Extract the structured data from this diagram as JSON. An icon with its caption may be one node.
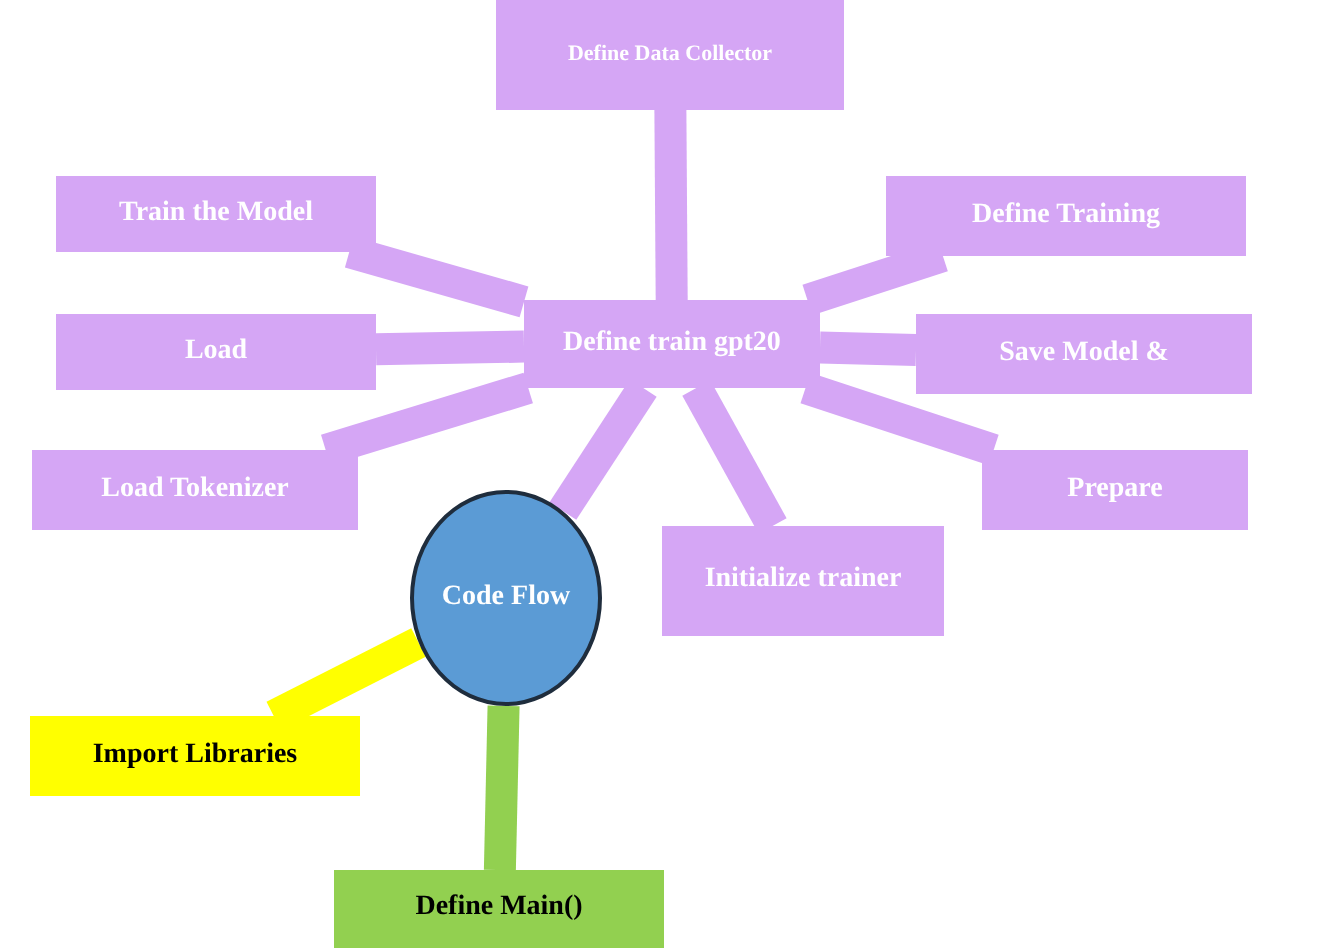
{
  "diagram": {
    "nodes": [
      {
        "text": [
          "Define Data Collector"
        ]
      },
      {
        "text": [
          "Train the Model"
        ]
      },
      {
        "text": [
          "Define Training"
        ]
      },
      {
        "text": [
          "Define train gpt20"
        ]
      },
      {
        "text": [
          "Load"
        ]
      },
      {
        "text": [
          "Save Model &"
        ]
      },
      {
        "text": [
          "Load Tokenizer"
        ]
      },
      {
        "text": [
          "Prepare"
        ]
      },
      {
        "text": [
          "Initialize trainer"
        ]
      },
      {
        "text": [
          "Code Flow"
        ]
      },
      {
        "text": [
          "Import Libraries"
        ]
      },
      {
        "text": [
          "Define  Main()"
        ]
      }
    ],
    "edges": [
      {
        "from": 3,
        "to": 0,
        "arrow": "none"
      },
      {
        "from": 3,
        "to": 1,
        "arrow": "none"
      },
      {
        "from": 3,
        "to": 2,
        "arrow": "none"
      },
      {
        "from": 3,
        "to": 4,
        "arrow": "none"
      },
      {
        "from": 3,
        "to": 5,
        "arrow": "none"
      },
      {
        "from": 3,
        "to": 6,
        "arrow": "none"
      },
      {
        "from": 3,
        "to": 7,
        "arrow": "none"
      },
      {
        "from": 3,
        "to": 8,
        "arrow": "none"
      },
      {
        "from": 9,
        "to": 3,
        "arrow": "none"
      },
      {
        "from": 9,
        "to": 10,
        "arrow": "none",
        "color": "#ffff00"
      },
      {
        "from": 9,
        "to": 11,
        "arrow": "none",
        "color": "#92d050"
      }
    ]
  }
}
